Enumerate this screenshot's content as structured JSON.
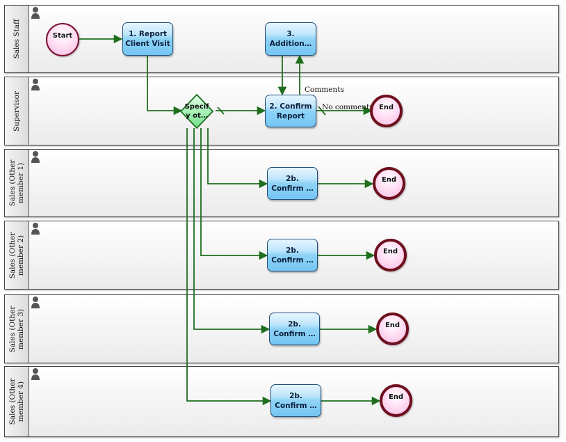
{
  "lanes": [
    {
      "label": "Sales Staff"
    },
    {
      "label": "Supervisor"
    },
    {
      "label": "Sales (Other\nmember 1)"
    },
    {
      "label": "Sales (Other\nmember 2)"
    },
    {
      "label": "Sales (Other\nmember 3)"
    },
    {
      "label": "Sales (Other\nmember 4)"
    }
  ],
  "events": {
    "start": "Start",
    "end_supervisor": "End",
    "end_member1": "End",
    "end_member2": "End",
    "end_member3": "End",
    "end_member4": "End"
  },
  "tasks": {
    "report_client_visit": "1. Report\nClient Visit",
    "additional": "3.\nAddition…",
    "confirm_report": "2. Confirm\nReport",
    "confirm_member1": "2b.\nConfirm …",
    "confirm_member2": "2b.\nConfirm …",
    "confirm_member3": "2b.\nConfirm …",
    "confirm_member4": "2b.\nConfirm …"
  },
  "gateway": {
    "label": "Specif\ny ot…"
  },
  "flow_labels": {
    "comments": "Comments",
    "no_comments": "No comments"
  },
  "colors": {
    "flow_line": "#1e6e1e",
    "task_border": "#1f4e79",
    "end_border": "#6e0f1e",
    "gateway_fill": "#9ff0b0"
  }
}
